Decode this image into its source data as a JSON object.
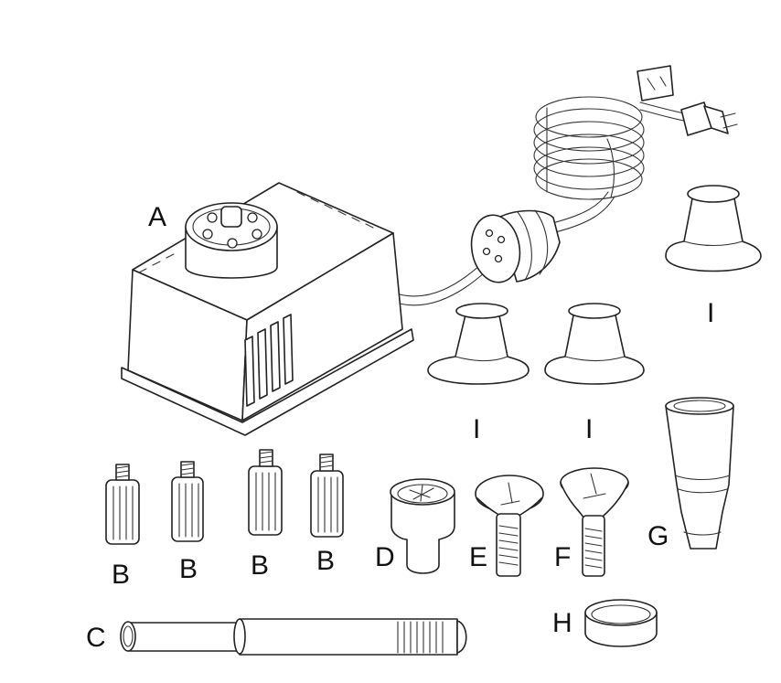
{
  "labels": {
    "a": "A",
    "b1": "B",
    "b2": "B",
    "b3": "B",
    "b4": "B",
    "c": "C",
    "d": "D",
    "e": "E",
    "f": "F",
    "g": "G",
    "h": "H",
    "i1": "I",
    "i2": "I",
    "i3": "I"
  }
}
